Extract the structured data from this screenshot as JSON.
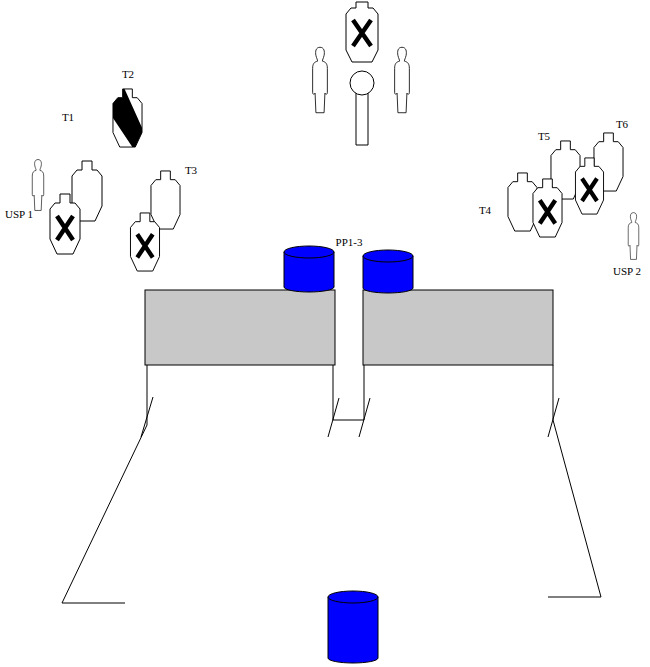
{
  "diagram": {
    "labels": [
      "T1",
      "T2",
      "T3",
      "USP 1",
      "PP1-3",
      "T4",
      "T5",
      "T6",
      "USP 2"
    ]
  }
}
